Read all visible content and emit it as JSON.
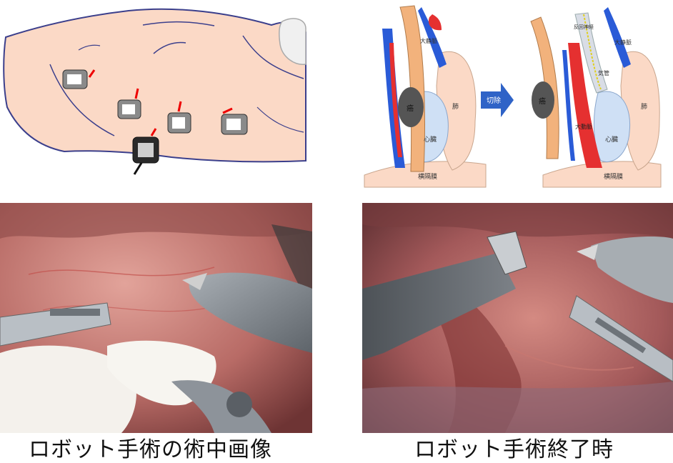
{
  "resection_diagram": {
    "labels": {
      "left_small_1": "大静脈",
      "left_tumor": "癌",
      "left_lung": "肺",
      "left_heart": "心臓",
      "left_diaphragm": "横隔膜",
      "arrow": "切除",
      "right_small_1": "反回神経",
      "right_small_2": "大静脈",
      "right_small_3": "気管",
      "right_tumor": "癌",
      "right_aorta": "大動脈",
      "right_lung": "肺",
      "right_heart": "心臓",
      "right_diaphragm": "横隔膜"
    }
  },
  "captions": {
    "during": "ロボット手術の術中画像",
    "after": "ロボット手術終了時"
  }
}
